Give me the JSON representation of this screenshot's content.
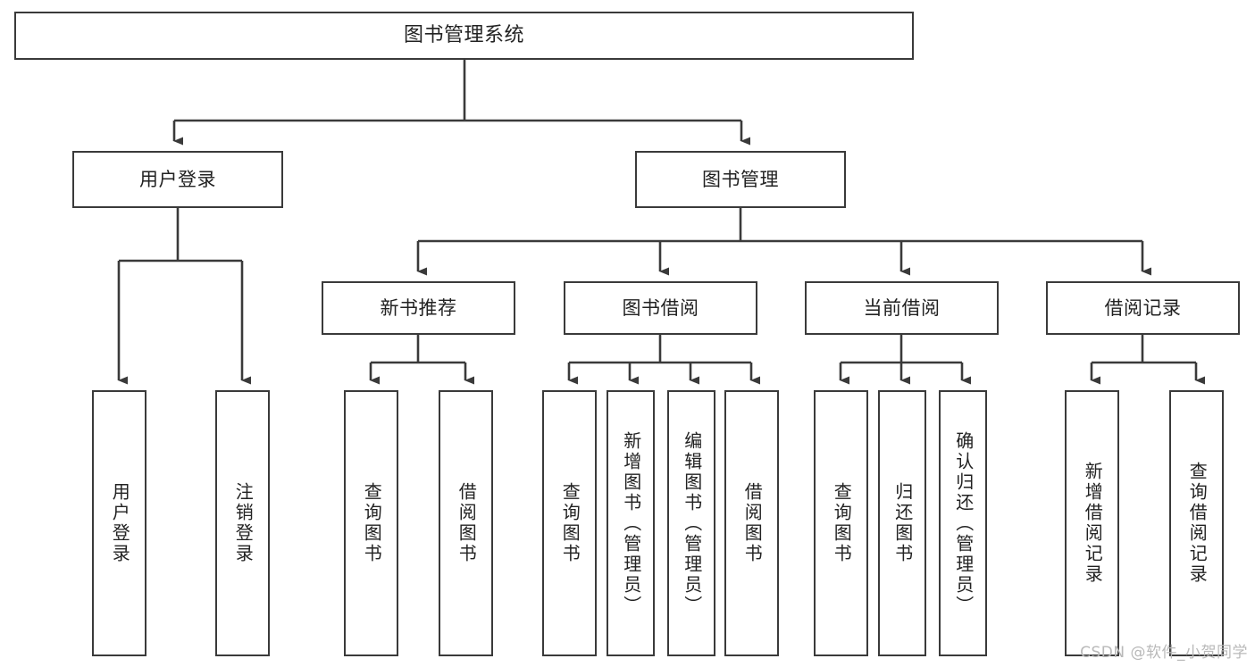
{
  "diagram": {
    "title": "图书管理系统",
    "type": "tree-hierarchy",
    "watermark": "CSDN @软件_小贺同学",
    "line_color": "#3a3a3a",
    "box_fill": "#ffffff",
    "text_color": "#222222"
  },
  "nodes": {
    "root": {
      "label": "图书管理系统"
    },
    "level2": [
      {
        "label": "用户登录"
      },
      {
        "label": "图书管理"
      }
    ],
    "level3": [
      {
        "label": "新书推荐"
      },
      {
        "label": "图书借阅"
      },
      {
        "label": "当前借阅"
      },
      {
        "label": "借阅记录"
      }
    ],
    "leaves": {
      "user_login": [
        {
          "label": "用户登录"
        },
        {
          "label": "注销登录"
        }
      ],
      "new_book": [
        {
          "label": "查询图书"
        },
        {
          "label": "借阅图书"
        }
      ],
      "book_borrow": [
        {
          "label": "查询图书"
        },
        {
          "label": "新增图书（管理员）"
        },
        {
          "label": "编辑图书（管理员）"
        },
        {
          "label": "借阅图书"
        }
      ],
      "current_borrow": [
        {
          "label": "查询图书"
        },
        {
          "label": "归还图书"
        },
        {
          "label": "确认归还（管理员）"
        }
      ],
      "borrow_record": [
        {
          "label": "新增借阅记录"
        },
        {
          "label": "查询借阅记录"
        }
      ]
    }
  }
}
